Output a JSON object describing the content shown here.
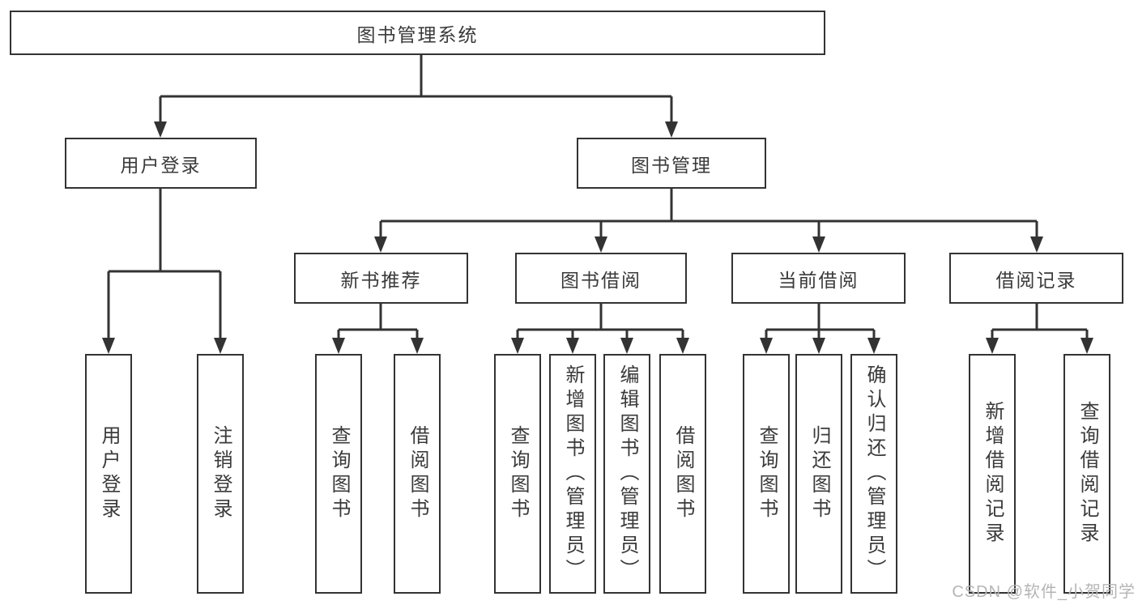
{
  "tree": {
    "label": "图书管理系统",
    "children": [
      {
        "label": "用户登录",
        "children": [
          {
            "label": "用户登录"
          },
          {
            "label": "注销登录"
          }
        ]
      },
      {
        "label": "图书管理",
        "children": [
          {
            "label": "新书推荐",
            "children": [
              {
                "label": "查询图书"
              },
              {
                "label": "借阅图书"
              }
            ]
          },
          {
            "label": "图书借阅",
            "children": [
              {
                "label": "查询图书"
              },
              {
                "label": "新增图书（管理员）"
              },
              {
                "label": "编辑图书（管理员）"
              },
              {
                "label": "借阅图书"
              }
            ]
          },
          {
            "label": "当前借阅",
            "children": [
              {
                "label": "查询图书"
              },
              {
                "label": "归还图书"
              },
              {
                "label": "确认归还（管理员）"
              }
            ]
          },
          {
            "label": "借阅记录",
            "children": [
              {
                "label": "新增借阅记录"
              },
              {
                "label": "查询借阅记录"
              }
            ]
          }
        ]
      }
    ]
  },
  "watermark": {
    "text": "CSDN @软件_小贺同学"
  },
  "colors": {
    "line": "#333333",
    "text": "#3a3a3a",
    "box_background": "#ffffff",
    "watermark": "#b5b5b5"
  }
}
